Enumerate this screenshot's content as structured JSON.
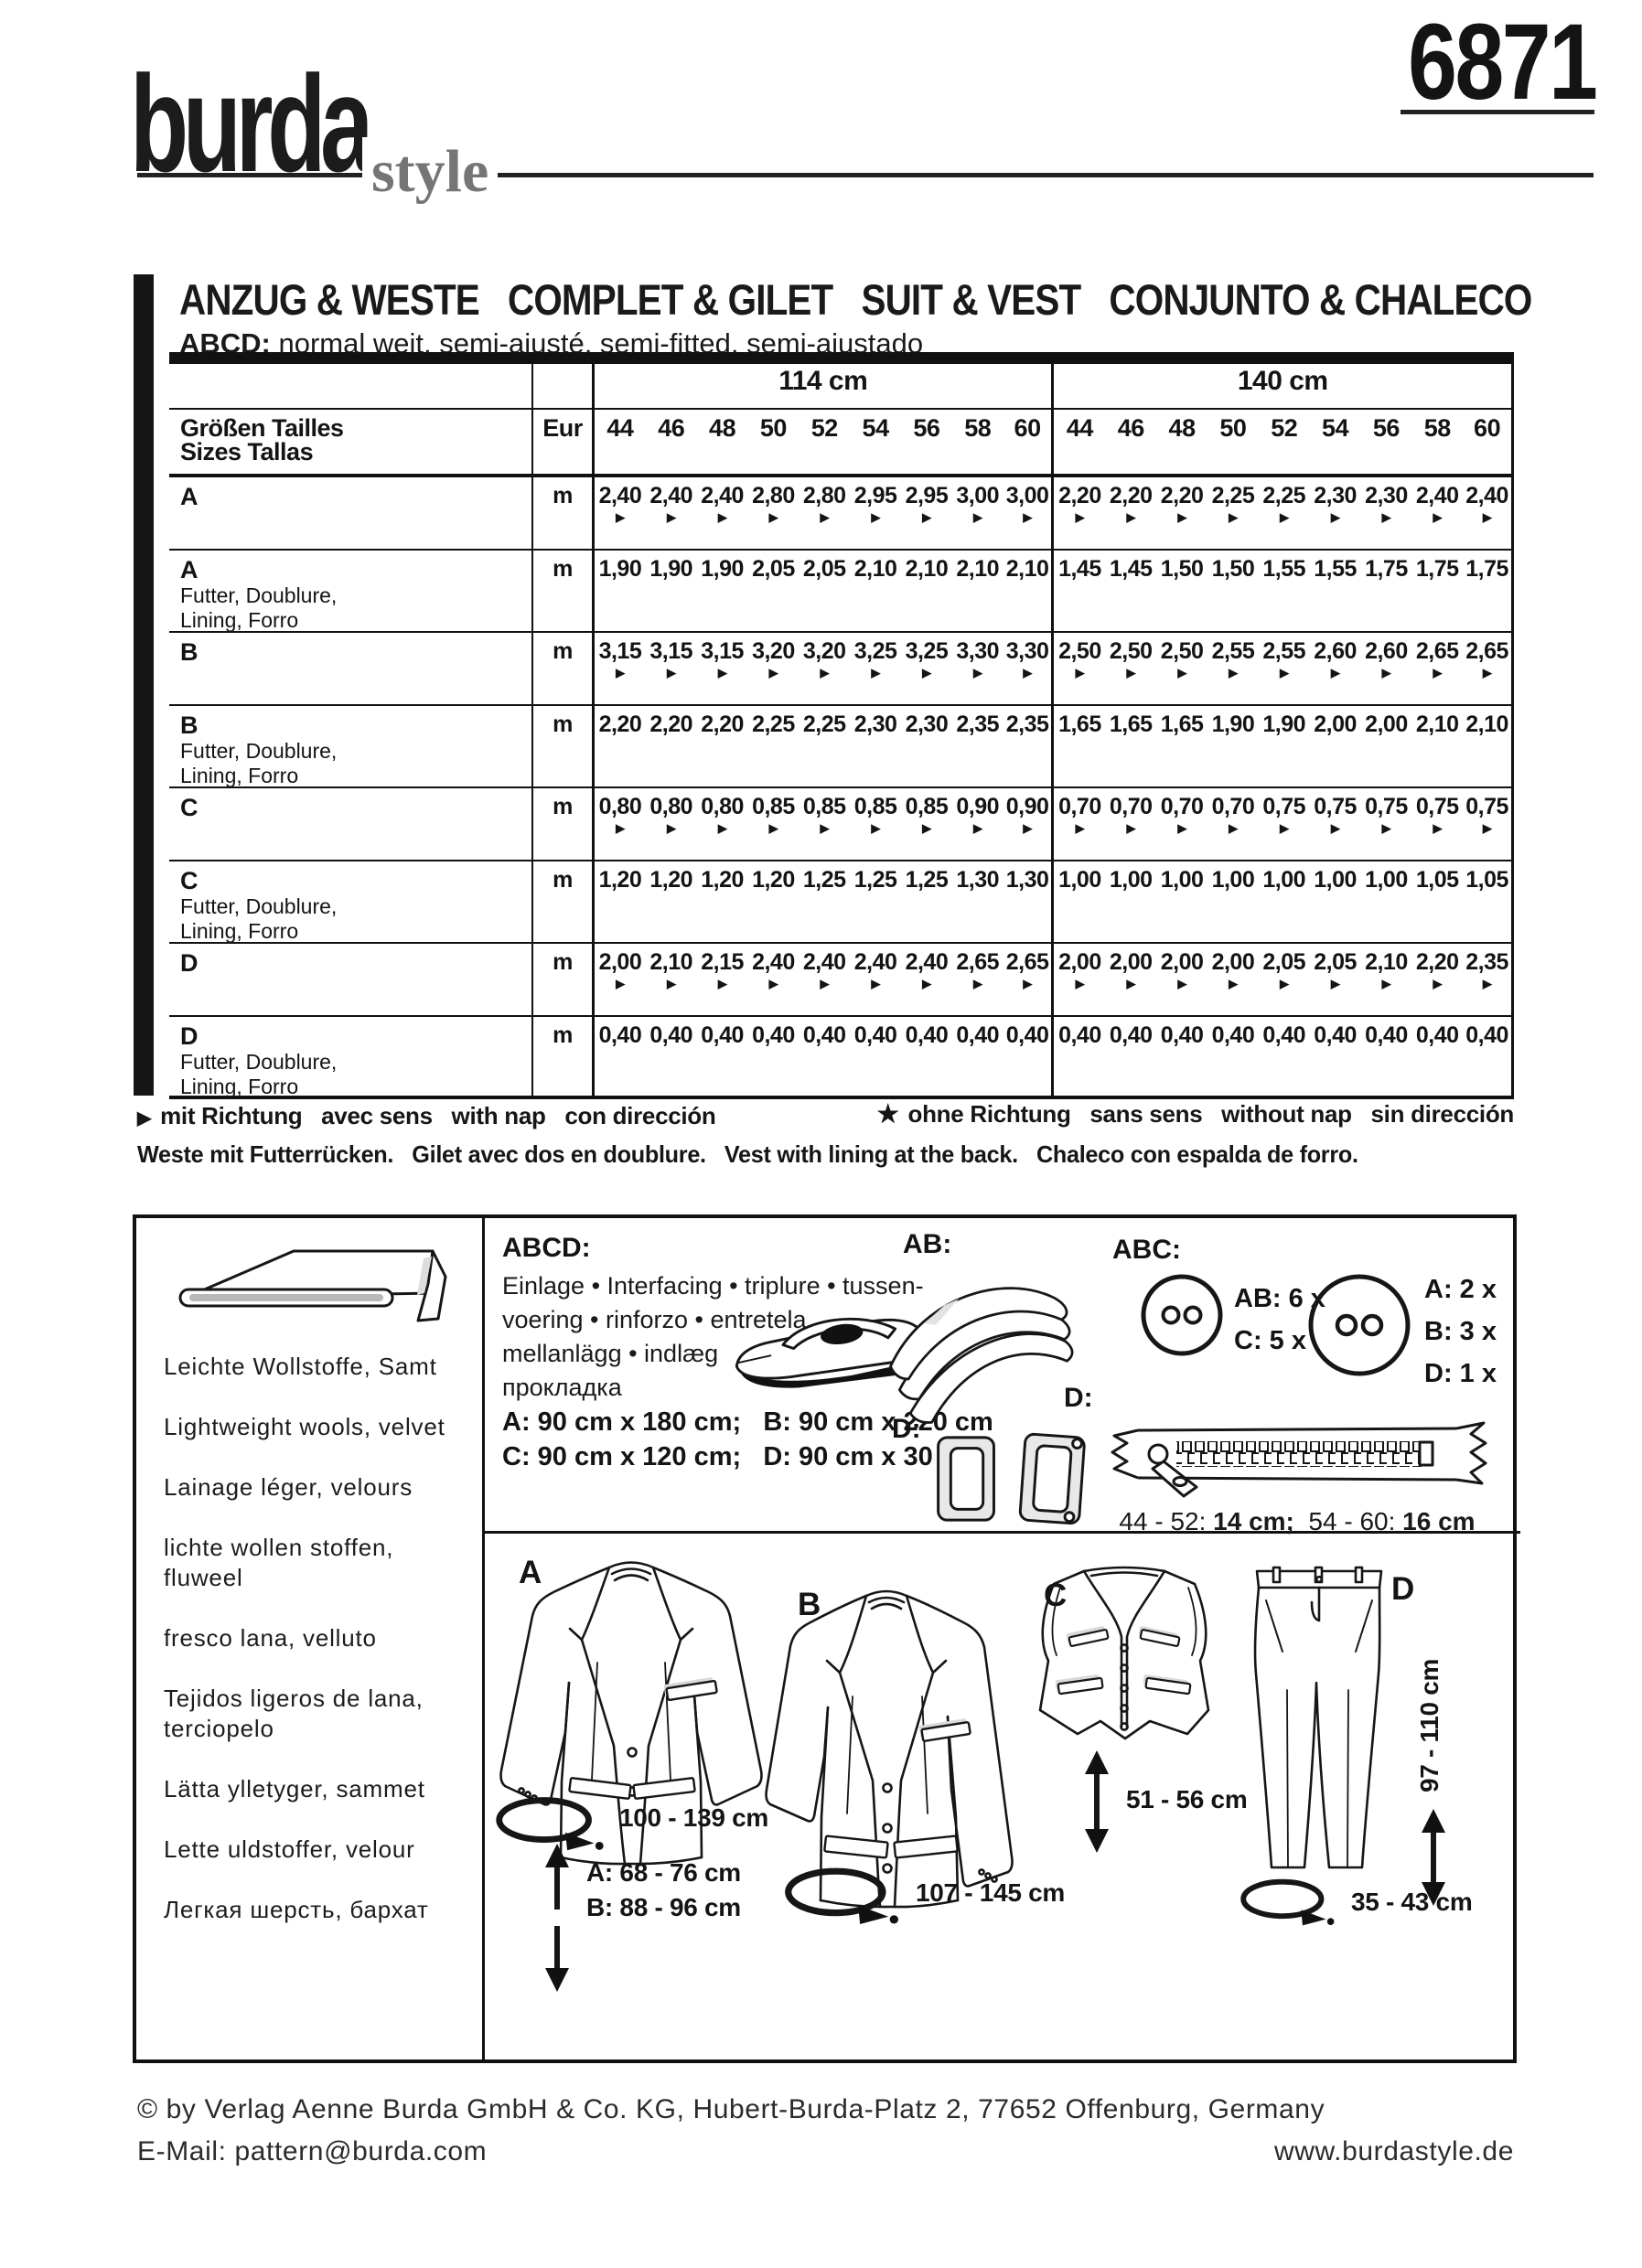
{
  "header": {
    "logo_main": "burda",
    "logo_sub": "style",
    "pattern_number": "6871"
  },
  "title": {
    "line1": "ANZUG & WESTE   COMPLET & GILET   SUIT & VEST   CONJUNTO & CHALECO",
    "line2_bold": "ABCD:",
    "line2_rest": " normal weit, semi-ajusté, semi-fitted, semi-ajustado"
  },
  "table": {
    "width_headers": [
      "114 cm",
      "140 cm"
    ],
    "row_header": {
      "line1": "Größen  Tailles",
      "line2": "Sizes  Tallas",
      "eur": "Eur"
    },
    "sizes": [
      "44",
      "46",
      "48",
      "50",
      "52",
      "54",
      "56",
      "58",
      "60"
    ],
    "unit": "m",
    "lining_sub": [
      "Futter, Doublure,",
      "Lining, Forro"
    ],
    "arrow_glyph": "▶",
    "rows": [
      {
        "label": "A",
        "lining": false,
        "arrows": true,
        "v114": [
          "2,40",
          "2,40",
          "2,40",
          "2,80",
          "2,80",
          "2,95",
          "2,95",
          "3,00",
          "3,00"
        ],
        "v140": [
          "2,20",
          "2,20",
          "2,20",
          "2,25",
          "2,25",
          "2,30",
          "2,30",
          "2,40",
          "2,40"
        ]
      },
      {
        "label": "A",
        "lining": true,
        "arrows": false,
        "v114": [
          "1,90",
          "1,90",
          "1,90",
          "2,05",
          "2,05",
          "2,10",
          "2,10",
          "2,10",
          "2,10"
        ],
        "v140": [
          "1,45",
          "1,45",
          "1,50",
          "1,50",
          "1,55",
          "1,55",
          "1,75",
          "1,75",
          "1,75"
        ]
      },
      {
        "label": "B",
        "lining": false,
        "arrows": true,
        "v114": [
          "3,15",
          "3,15",
          "3,15",
          "3,20",
          "3,20",
          "3,25",
          "3,25",
          "3,30",
          "3,30"
        ],
        "v140": [
          "2,50",
          "2,50",
          "2,50",
          "2,55",
          "2,55",
          "2,60",
          "2,60",
          "2,65",
          "2,65"
        ]
      },
      {
        "label": "B",
        "lining": true,
        "arrows": false,
        "v114": [
          "2,20",
          "2,20",
          "2,20",
          "2,25",
          "2,25",
          "2,30",
          "2,30",
          "2,35",
          "2,35"
        ],
        "v140": [
          "1,65",
          "1,65",
          "1,65",
          "1,90",
          "1,90",
          "2,00",
          "2,00",
          "2,10",
          "2,10"
        ]
      },
      {
        "label": "C",
        "lining": false,
        "arrows": true,
        "v114": [
          "0,80",
          "0,80",
          "0,80",
          "0,85",
          "0,85",
          "0,85",
          "0,85",
          "0,90",
          "0,90"
        ],
        "v140": [
          "0,70",
          "0,70",
          "0,70",
          "0,70",
          "0,75",
          "0,75",
          "0,75",
          "0,75",
          "0,75"
        ]
      },
      {
        "label": "C",
        "lining": true,
        "arrows": false,
        "v114": [
          "1,20",
          "1,20",
          "1,20",
          "1,20",
          "1,25",
          "1,25",
          "1,25",
          "1,30",
          "1,30"
        ],
        "v140": [
          "1,00",
          "1,00",
          "1,00",
          "1,00",
          "1,00",
          "1,00",
          "1,00",
          "1,05",
          "1,05"
        ]
      },
      {
        "label": "D",
        "lining": false,
        "arrows": true,
        "v114": [
          "2,00",
          "2,10",
          "2,15",
          "2,40",
          "2,40",
          "2,40",
          "2,40",
          "2,65",
          "2,65"
        ],
        "v140": [
          "2,00",
          "2,00",
          "2,00",
          "2,00",
          "2,05",
          "2,05",
          "2,10",
          "2,20",
          "2,35"
        ]
      },
      {
        "label": "D",
        "lining": true,
        "arrows": false,
        "v114": [
          "0,40",
          "0,40",
          "0,40",
          "0,40",
          "0,40",
          "0,40",
          "0,40",
          "0,40",
          "0,40"
        ],
        "v140": [
          "0,40",
          "0,40",
          "0,40",
          "0,40",
          "0,40",
          "0,40",
          "0,40",
          "0,40",
          "0,40"
        ]
      }
    ]
  },
  "notes": {
    "with_nap_glyph": "▶",
    "with_nap": "mit Richtung   avec sens   with nap   con dirección",
    "without_nap_glyph": "★",
    "without_nap": "ohne Richtung   sans sens   without nap   sin dirección",
    "vest_lining": "Weste mit Futterrücken.   Gilet avec dos en doublure.   Vest with lining at the back.   Chaleco con espalda de forro."
  },
  "materials": {
    "fabrics": [
      "Leichte Wollstoffe, Samt",
      "Lightweight wools, velvet",
      "Lainage léger, velours",
      "lichte wollen stoffen,\nfluweel",
      "fresco lana, velluto",
      "Tejidos ligeros de lana,\nterciopelo",
      "Lätta ylletyger, sammet",
      "Lette uldstoffer, velour",
      "Легкая шерсть, бархат"
    ]
  },
  "notions": {
    "interfacing_heading": "ABCD:",
    "interfacing_lines": [
      "Einlage • Interfacing • triplure • tussen-",
      "voering • rinforzo • entretela",
      "mellanlägg • indlæg",
      "прокладка"
    ],
    "interfacing_sizes1": "A: 90 cm x 180 cm;   B: 90 cm x 220 cm",
    "interfacing_sizes2": "C: 90 cm x 120 cm;   D: 90 cm x 30 cm",
    "shoulder_pads_label": "AB:",
    "buttons_heading": "ABC:",
    "button_small_counts": [
      "AB: 6 x",
      "C: 5 x"
    ],
    "button_large_counts": [
      "A: 2 x",
      "B: 3 x",
      "D: 1 x"
    ],
    "clasp_label": "D:",
    "zipper_label": "D:",
    "zipper_sizes": [
      {
        "range": "44 - 52: ",
        "length": "14 cm;"
      },
      {
        "range": "  54 - 60: ",
        "length": "16 cm"
      }
    ]
  },
  "garments": {
    "labels": {
      "a": "A",
      "b": "B",
      "c": "C",
      "d": "D"
    },
    "a_chest": "100 - 139 cm",
    "a_length": "A: 68 - 76 cm",
    "b_length": "B: 88 - 96 cm",
    "b_chest": "107 - 145 cm",
    "c_length": "51 - 56 cm",
    "d_length": "97 - 110 cm",
    "d_hem": "35 - 43 cm"
  },
  "footer": {
    "copyright": "© by Verlag Aenne Burda GmbH & Co. KG, Hubert-Burda-Platz 2, 77652 Offenburg, Germany",
    "email": "E-Mail: pattern@burda.com",
    "website": "www.burdastyle.de"
  }
}
